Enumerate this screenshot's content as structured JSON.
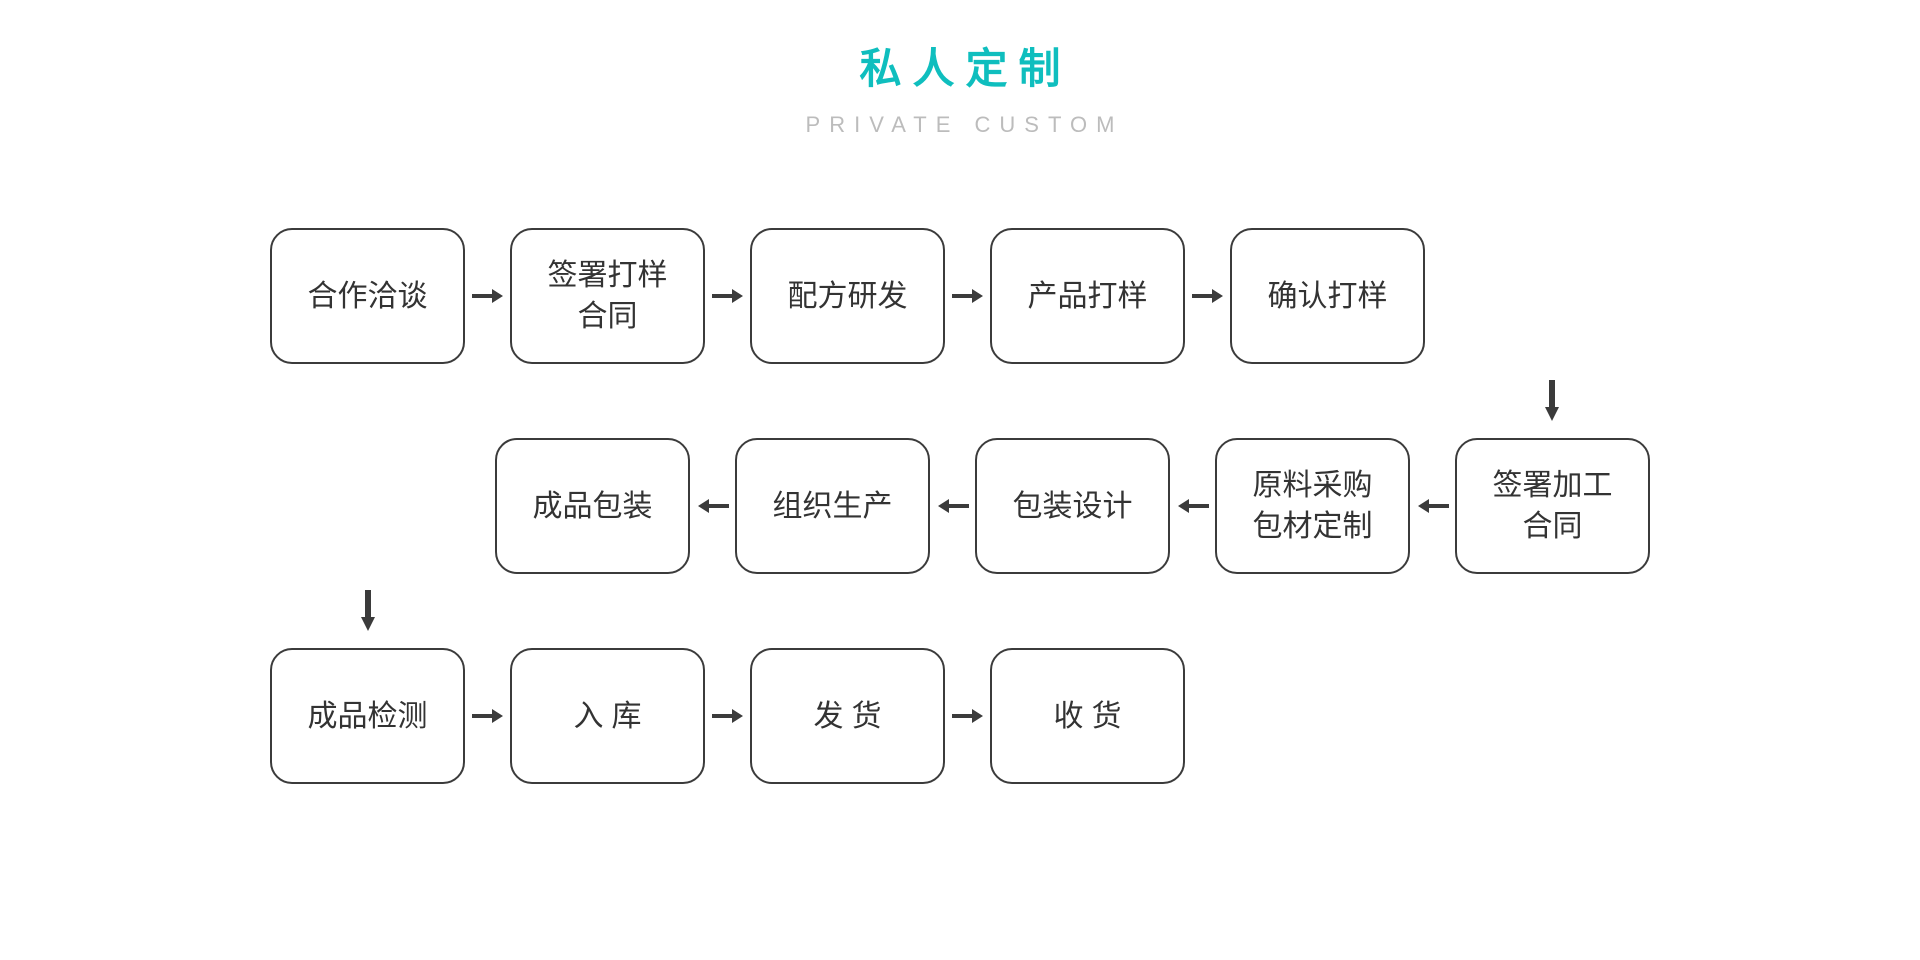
{
  "header": {
    "title_cn": "私人定制",
    "title_en": "PRIVATE CUSTOM",
    "title_color": "#0FBEBE",
    "subtitle_color": "#BCBCBC"
  },
  "flow": {
    "node_border_color": "#3B3B3B",
    "node_text_color": "#333333",
    "arrow_color": "#3B3B3B",
    "rows": [
      {
        "direction": "left-to-right",
        "nodes": [
          {
            "label": "合作洽谈"
          },
          {
            "label": "签署打样\n合同"
          },
          {
            "label": "配方研发"
          },
          {
            "label": "产品打样"
          },
          {
            "label": "确认打样"
          }
        ]
      },
      {
        "direction": "right-to-left",
        "nodes": [
          {
            "label": "签署加工\n合同"
          },
          {
            "label": "原料采购\n包材定制"
          },
          {
            "label": "包装设计"
          },
          {
            "label": "组织生产"
          },
          {
            "label": "成品包装"
          }
        ]
      },
      {
        "direction": "left-to-right",
        "nodes": [
          {
            "label": "成品检测"
          },
          {
            "label": "入库",
            "spaced": true
          },
          {
            "label": "发货",
            "spaced": true
          },
          {
            "label": "收货",
            "spaced": true
          }
        ]
      }
    ],
    "connectors": {
      "row1_to_row2": {
        "icon": "arrow-down-icon",
        "position": "right"
      },
      "row2_to_row3": {
        "icon": "arrow-down-icon",
        "position": "left"
      }
    }
  }
}
